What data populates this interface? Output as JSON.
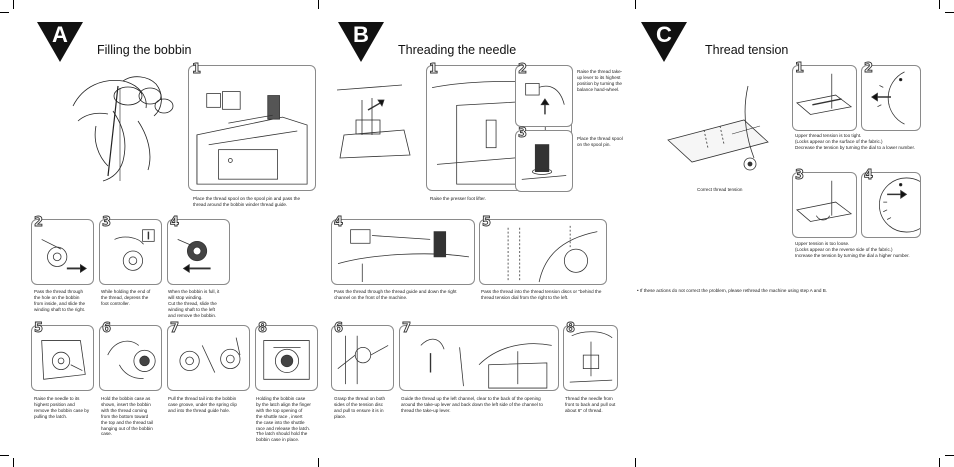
{
  "sections": [
    {
      "letter": "A",
      "title": "Filling the bobbin"
    },
    {
      "letter": "B",
      "title": "Threading the needle"
    },
    {
      "letter": "C",
      "title": "Thread tension"
    }
  ],
  "steps": {
    "a1": "1",
    "a2": "2",
    "a3": "3",
    "a4": "4",
    "a5": "5",
    "a6": "6",
    "a7": "7",
    "a8": "8",
    "b1": "1",
    "b2": "2",
    "b3": "3",
    "b4": "4",
    "b5": "5",
    "b6": "6",
    "b7": "7",
    "b8": "8",
    "c1": "1",
    "c2": "2",
    "c3": "3",
    "c4": "4"
  },
  "captions": {
    "a1": [
      "Place the thread spool on the spool pin and pass the",
      "thread around the bobbin winder thread guide."
    ],
    "a2": [
      "Pass the thread through",
      "the hole on the bobbin",
      "from inside, and slide the",
      "winding shaft to the right."
    ],
    "a3": [
      "While holding the end of",
      "the thread, depress the",
      "foot controller."
    ],
    "a4": [
      "When the bobbin is full, it",
      "will stop winding.",
      "Cut the thread, slide the",
      "winding shaft to the left",
      "and remove the bobbin."
    ],
    "a5": [
      "Raise the needle to its",
      "highest position and",
      "remove the bobbin case by",
      "pulling the latch."
    ],
    "a6": [
      "Hold the bobbin case as",
      "shown, insert the bobbin",
      "with the thread coming",
      "from the bottom toward",
      "the top and the thread tail",
      "hanging out of the bobbin",
      "case."
    ],
    "a7": [
      "Pull the thread tail into the bobbin",
      "case groove, under the spring clip",
      "and into the thread guide hole."
    ],
    "a8": [
      "Holding the bobbin case",
      "by the latch align the finger",
      "with the top opening of",
      "the shuttle race , insert",
      "the case into the shuttle",
      "race and release the latch.",
      "The latch should hold the",
      "bobbin case in place."
    ],
    "b1": [
      "Raise the presser foot lifter."
    ],
    "b2": [
      "Raise the thread take-",
      "up lever to its highest",
      "position by turning the",
      "balance hand-wheel."
    ],
    "b3": [
      "Place the thread spool",
      "on the spool pin."
    ],
    "b4": [
      "Pass the thread through the thread guide and down the right",
      "channel on the front of the machine."
    ],
    "b5": [
      "Pass the thread into the thread tension discs or \"behind the",
      "thread tension dial from the right to the left."
    ],
    "b6": [
      "Grasp the thread on both",
      "sides of the tension disc",
      "and pull to ensure it is in",
      "place."
    ],
    "b7": [
      "Guide the thread up the left channel, clear to the back of the opening",
      "around the take-up lever and back down the left side of the channel to",
      "thread the take-up lever."
    ],
    "b8": [
      "Thread the needle from",
      "front to back and pull out",
      "about 6\" of thread."
    ],
    "c_correct": [
      "Correct thread tension"
    ],
    "c_upper": [
      "Upper thread tension is too tight.",
      "(Locks appear on the surface of the fabric.)",
      "Decrease the tension by turning the dial to a lower number."
    ],
    "c_lower": [
      "Upper tension is too loose.",
      "(Locks appear on the reverse side of the fabric.)",
      "Increase the tension by turning the dial a higher number."
    ],
    "c_note": [
      "• If these actions do not correct the problem, please rethread the machine using step A and B."
    ]
  },
  "colors": {
    "accent": "#111111",
    "panel_border": "#8a8a8a",
    "text": "#222222"
  }
}
